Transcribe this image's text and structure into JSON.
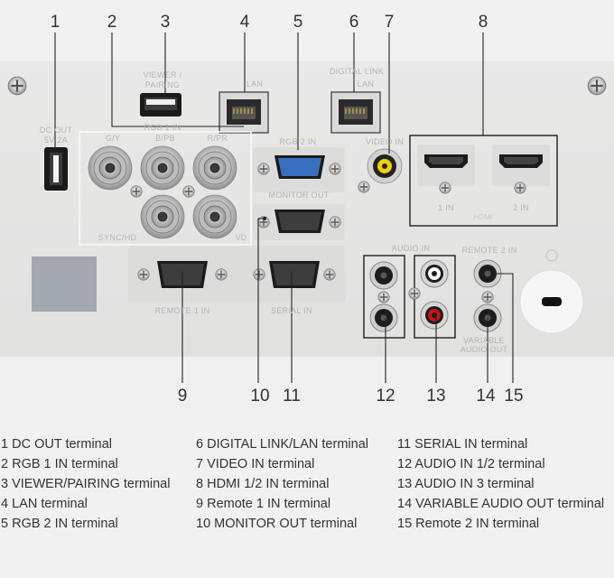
{
  "callouts": [
    {
      "n": "1"
    },
    {
      "n": "2"
    },
    {
      "n": "3"
    },
    {
      "n": "4"
    },
    {
      "n": "5"
    },
    {
      "n": "6"
    },
    {
      "n": "7"
    },
    {
      "n": "8"
    },
    {
      "n": "9"
    },
    {
      "n": "10"
    },
    {
      "n": "11"
    },
    {
      "n": "12"
    },
    {
      "n": "13"
    },
    {
      "n": "14"
    },
    {
      "n": "15"
    }
  ],
  "panel_labels": {
    "dc_out": "DC OUT",
    "dc_out_spec": "5V 2A",
    "viewer_pairing_1": "VIEWER /",
    "viewer_pairing_2": "PAIRING",
    "rgb1_in": "RGB 1 IN",
    "lan": "LAN",
    "digital_link": "DIGITAL LINK",
    "digital_link_lan": "LAN",
    "rgb2_in": "RGB 2 IN",
    "video_in": "VIDEO IN",
    "monitor_out": "MONITOR OUT",
    "g_y": "G/Y",
    "b_pb": "B/PB",
    "r_pr": "R/PR",
    "sync_hd": "SYNC/HD",
    "vd": "VD",
    "hdmi_1_in": "1 IN",
    "hdmi_2_in": "2 IN",
    "audio_in": "AUDIO IN",
    "remote_2_in": "REMOTE 2 IN",
    "variable_audio_out_1": "VARIABLE",
    "variable_audio_out_2": "AUDIO OUT",
    "remote_1_in": "REMOTE 1 IN",
    "serial_in": "SERIAL IN"
  },
  "legend": {
    "col1": [
      "1 DC OUT terminal",
      "2 RGB 1 IN terminal",
      "3 VIEWER/PAIRING terminal",
      "4 LAN terminal",
      "5 RGB 2 IN terminal"
    ],
    "col2": [
      "6 DIGITAL LINK/LAN terminal",
      "7 VIDEO IN terminal",
      "8 HDMI 1/2 IN terminal",
      "9 Remote 1 IN terminal",
      "10 MONITOR OUT terminal"
    ],
    "col3": [
      "11 SERIAL IN terminal",
      "12 AUDIO IN 1/2 terminal",
      "13 AUDIO IN 3 terminal",
      "14 VARIABLE AUDIO OUT terminal",
      "15 Remote 2 IN terminal"
    ]
  },
  "colors": {
    "background": "#f1f1f1",
    "panel": "#e6e6e5",
    "plate": "#dcdcdb",
    "vga_blue": "#3a6fc0",
    "rca_yellow": "#f0d000",
    "rca_red": "#cc1111",
    "rca_white": "#ffffff",
    "leader": "#222222"
  }
}
